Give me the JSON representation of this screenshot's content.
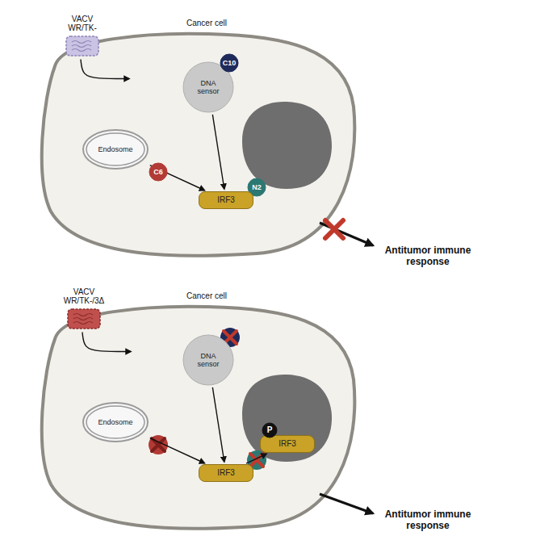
{
  "diagram": {
    "nodes": [
      {
        "text": [
          "VACV WR/TK-"
        ]
      },
      {
        "text": [
          "Cancer cell"
        ]
      },
      {
        "text": [
          "DNA sensor"
        ],
        "in": 1
      },
      {
        "text": [
          "C10"
        ],
        "in": 1
      },
      {
        "text": [
          "Endosome"
        ],
        "in": 1
      },
      {
        "text": [
          "C6"
        ],
        "in": 1
      },
      {
        "text": [
          "N2"
        ],
        "in": 1
      },
      {
        "text": [
          "IRF3"
        ],
        "in": 1
      },
      {
        "text": [
          "VACV WR/TK-/3Δ"
        ]
      },
      {
        "text": [
          "Cancer cell"
        ]
      },
      {
        "text": [
          "DNA sensor"
        ],
        "in": 9
      },
      {
        "text": [
          "Endosome"
        ],
        "in": 9
      },
      {
        "text": [
          "IRF3"
        ],
        "in": 9
      },
      {
        "text": [
          "IRF3"
        ],
        "in": 9
      },
      {
        "text": [
          "P"
        ],
        "in": 9
      }
    ],
    "edges": [
      {
        "from": 0,
        "to": 1,
        "arrow": "to"
      },
      {
        "from": 2,
        "to": 7,
        "arrow": "to"
      },
      {
        "from": 4,
        "to": 7,
        "arrow": "to"
      },
      {
        "from": 8,
        "to": 9,
        "arrow": "to"
      },
      {
        "from": 10,
        "to": 12,
        "arrow": "to"
      },
      {
        "from": 11,
        "to": 12,
        "arrow": "to"
      },
      {
        "from": 12,
        "to": 13,
        "arrow": "to"
      }
    ],
    "labels": [
      "Antitumor immune response",
      "Antitumor immune response"
    ]
  }
}
